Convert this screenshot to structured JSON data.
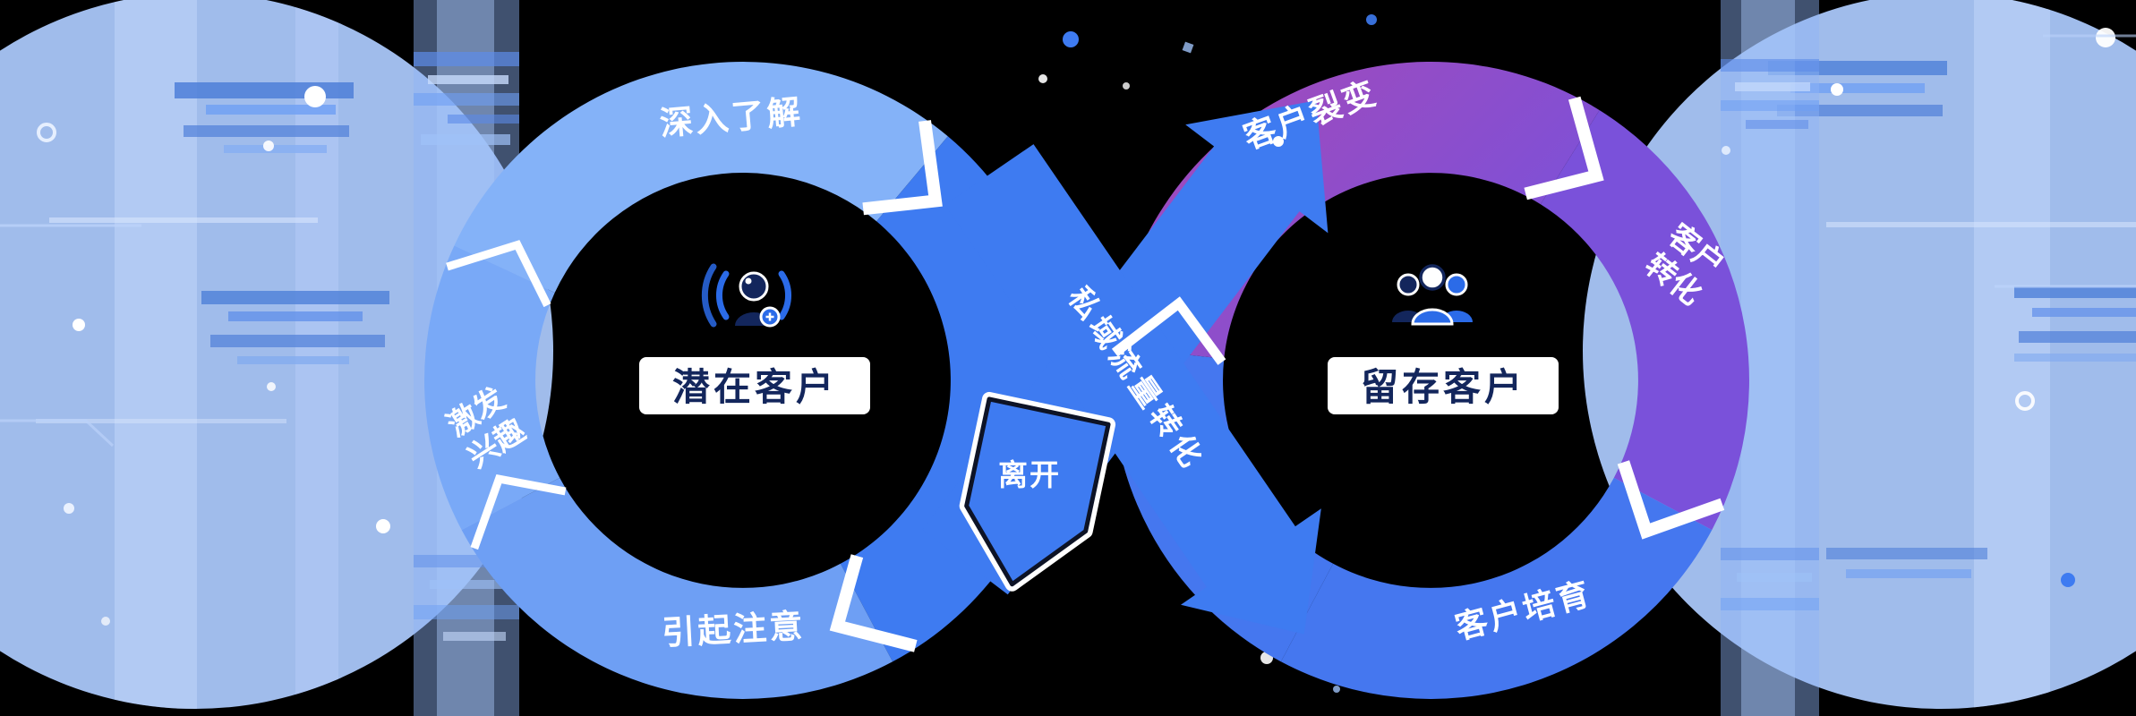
{
  "colors": {
    "bg": "#000000",
    "blue_bright": "#3E7BF1",
    "blue_mid": "#6E9FF4",
    "blue_soft": "#79A9F7",
    "blue_light": "#84B2F8",
    "ring_blue": "#4577EF",
    "purple": "#A849B6",
    "violet": "#7A51DA",
    "navy": "#13265C",
    "pale_circle": "#A9C6F8",
    "icon_blue": "#2B6BE8"
  },
  "left_ring": {
    "center_label": "潜在客户",
    "top_label": "深入了解",
    "left_label_line1": "激发",
    "left_label_line2": "兴趣",
    "bottom_label": "引起注意",
    "exit_label": "离开"
  },
  "flow": {
    "cross_label": "私域流量转化"
  },
  "right_ring": {
    "center_label": "留存客户",
    "top_label": "客户裂变",
    "right_label_line1": "客户",
    "right_label_line2": "转化",
    "bottom_label": "客户培育"
  }
}
